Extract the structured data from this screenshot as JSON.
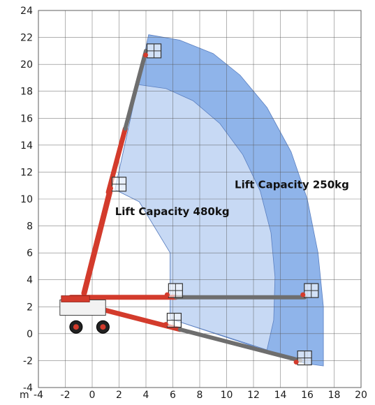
{
  "chart_data": {
    "type": "diagram",
    "axis_unit": "m",
    "xlim": [
      -4,
      20
    ],
    "ylim": [
      -4,
      24
    ],
    "x_ticks": [
      "-4",
      "-2",
      "0",
      "2",
      "4",
      "6",
      "8",
      "10",
      "12",
      "14",
      "16",
      "18",
      "20"
    ],
    "y_ticks": [
      "-4",
      "-2",
      "0",
      "2",
      "4",
      "6",
      "8",
      "10",
      "12",
      "14",
      "16",
      "18",
      "20",
      "22",
      "24"
    ],
    "grid": true,
    "zones": [
      {
        "label": "Lift Capacity 250kg",
        "color": "#8fb4ea",
        "outline": [
          [
            4.2,
            22.2
          ],
          [
            6.5,
            21.8
          ],
          [
            9.0,
            20.8
          ],
          [
            11.0,
            19.2
          ],
          [
            13.0,
            16.8
          ],
          [
            14.8,
            13.5
          ],
          [
            16.0,
            10.0
          ],
          [
            16.8,
            6.0
          ],
          [
            17.2,
            2.0
          ],
          [
            17.2,
            -2.4
          ],
          [
            15.8,
            -2.2
          ],
          [
            5.8,
            1.1
          ],
          [
            5.8,
            6.0
          ],
          [
            3.5,
            9.8
          ],
          [
            1.7,
            10.7
          ],
          [
            4.2,
            22.2
          ]
        ]
      },
      {
        "label": "Lift Capacity 480kg",
        "color": "#c7d9f4",
        "outline": [
          [
            3.4,
            18.5
          ],
          [
            5.5,
            18.2
          ],
          [
            7.5,
            17.3
          ],
          [
            9.5,
            15.6
          ],
          [
            11.2,
            13.3
          ],
          [
            12.5,
            10.6
          ],
          [
            13.3,
            7.5
          ],
          [
            13.6,
            4.2
          ],
          [
            13.5,
            1.0
          ],
          [
            13.0,
            -1.2
          ],
          [
            5.8,
            1.1
          ],
          [
            5.8,
            6.0
          ],
          [
            3.5,
            9.8
          ],
          [
            1.7,
            10.7
          ],
          [
            3.4,
            18.5
          ]
        ]
      }
    ],
    "basket_positions": [
      [
        4.6,
        21.0
      ],
      [
        2.0,
        11.1
      ],
      [
        6.2,
        3.2
      ],
      [
        16.3,
        3.2
      ],
      [
        6.1,
        1.0
      ],
      [
        15.8,
        -1.8
      ]
    ],
    "boom_positions": [
      {
        "name": "upper-boom-vertical",
        "from": [
          1.2,
          10.5
        ],
        "to": [
          4.0,
          21.0
        ]
      },
      {
        "name": "lower-boom-vertical",
        "from": [
          -0.6,
          3.0
        ],
        "to": [
          1.3,
          10.5
        ]
      },
      {
        "name": "boom-horizontal",
        "from": [
          -1.6,
          2.7
        ],
        "to": [
          15.8,
          2.7
        ]
      },
      {
        "name": "boom-lowest",
        "from": [
          -0.8,
          2.2
        ],
        "to": [
          15.5,
          -2.0
        ]
      }
    ]
  }
}
